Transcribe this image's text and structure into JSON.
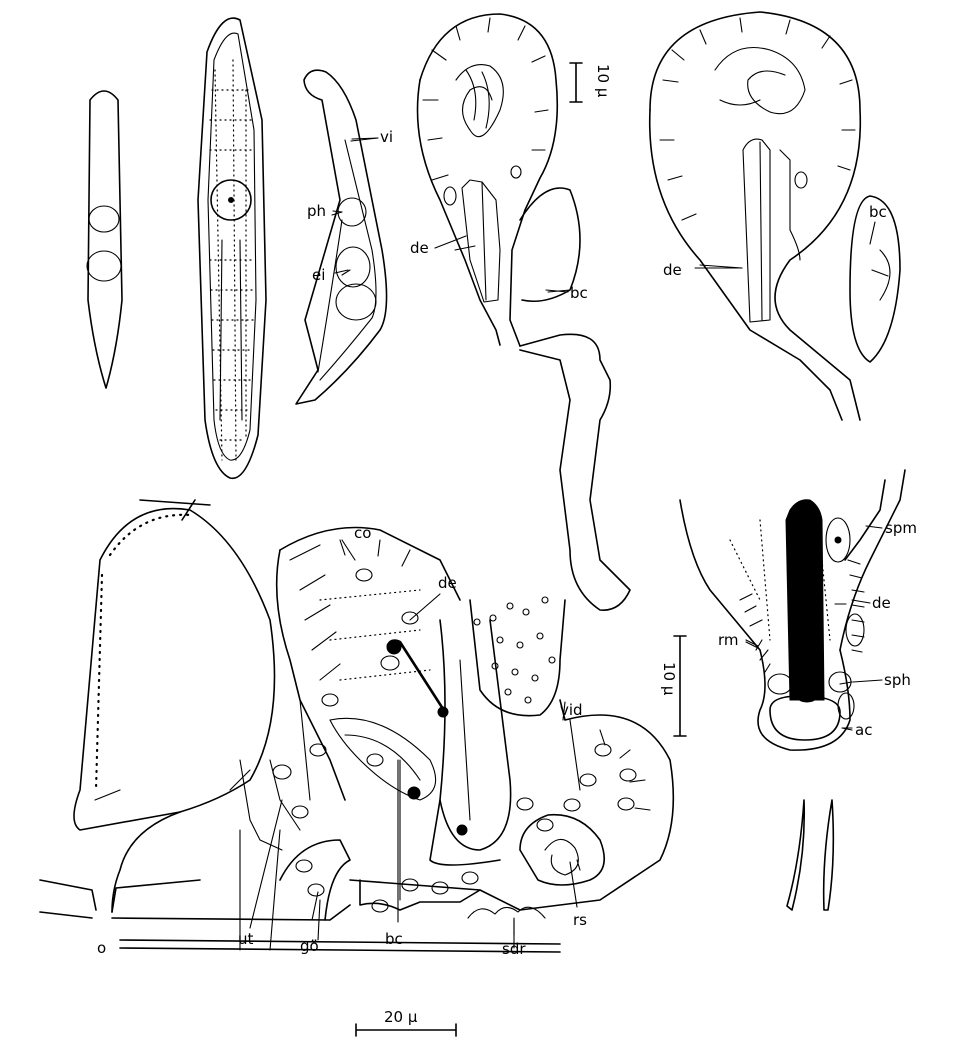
{
  "labels": {
    "vi": "vi",
    "ph": "ph",
    "ei": "ei",
    "de_a": "de",
    "bc_a": "bc",
    "de_b": "de",
    "bc_b": "bc",
    "co": "co",
    "de_c": "de",
    "vid": "vid",
    "o": "o",
    "ut": "ut",
    "go": "gö",
    "bc_c": "bc",
    "sdr": "sdr",
    "rs": "rs",
    "spm": "spm",
    "de_d": "de",
    "rm": "rm",
    "sph": "sph",
    "ac": "ac"
  },
  "scales": {
    "top": "10 µ",
    "right": "10 µ",
    "bottom": "20 µ"
  }
}
